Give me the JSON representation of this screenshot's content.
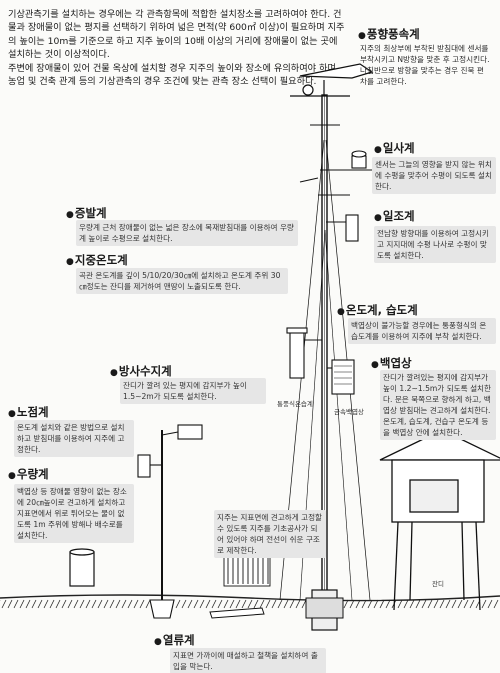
{
  "intro": {
    "line1": "기상관측기를 설치하는 경우에는 각 관측항목에 적합한 설치장소를 고려하여야 한다. 건물과 장애물이 없는 평지를 선택하기 위하여 넓은 면적(약 600㎡ 이상)이 필요하며 지주의 높이는 10m를 기준으로 하고 지주 높이의 10배 이상의 거리에 장애물이 없는 곳에 설치하는 것이 이상적이다.",
    "line2": "주변에 장애물이 있어 건물 옥상에 설치할 경우 지주의 높이와 장소에 유의하여야 하며, 농업 및 건축 관계 등의 기상관측의 경우 조건에 맞는 관측 장소 선택이 필요하다."
  },
  "sections": {
    "wind": {
      "title": "풍향풍속계",
      "desc": "지주의 최상부에 부착된 받침대에 센서를 부착시키고 N방향을 맞춘 후 고정시킨다. 나침반으로 방향을 맞추는 경우 진북 편차를 고려한다."
    },
    "sunshine": {
      "title": "일사계",
      "desc": "센서는 그늘의 영향을 받지 않는 위치에 수평을 맞추어 수평이 되도록 설치한다."
    },
    "duration": {
      "title": "일조계",
      "desc": "전남향 방향대를 이용하여 고정시키고 지지대에 수평 나사로 수평이 맞도록 설치한다."
    },
    "evap": {
      "title": "증발계",
      "desc": "우량계 근처 장애물이 없는 넓은 장소에 목재받침대를 이용하여 우량계 높이로 수평으로 설치한다."
    },
    "soil": {
      "title": "지중온도계",
      "desc": "곡관 온도계를 깊이 5/10/20/30㎝에 설치하고 온도계 주위 30㎝정도는 잔디를 제거하여 맨땅이 노출되도록 한다."
    },
    "temp": {
      "title": "온도계, 습도계",
      "desc": "백엽상이 불가능할 경우에는 통풍형식의 온습도계를 이용하여 지주에 부착 설치한다."
    },
    "radiation": {
      "title": "방사수지계",
      "desc": "잔디가 깔려 있는 평지에 감지부가 높이 1.5~2m가 되도록 설치한다."
    },
    "shelter": {
      "title": "백엽상",
      "desc": "잔디가 깔려있는 평지에 감지부가 높이 1.2~1.5m가 되도록 설치한다. 문은 북쪽으로 향하게 하고, 백엽상 받침대는 견고하게 설치한다. 온도계, 습도계, 건습구 온도계 등을 백엽상 안에 설치한다."
    },
    "dew": {
      "title": "노점계",
      "desc": "온도계 설치와 같은 방법으로 설치하고 받침대를 이용하여 지주에 고정한다."
    },
    "rain": {
      "title": "우량계",
      "desc": "백엽상 등 장애물 영향이 없는 장소에 20㎝높이로 견고하게 설치하고 지표면에서 위로 튀어오는 물이 없도록 1m 주위에 방해나 배수로를 설치한다."
    },
    "pole": {
      "desc": "지주는 지표면에 견고하게 고정할 수 있도록 지주를 기초공사가 되어 있어야 하며 전선이 쉬운 구조로 제작한다."
    },
    "ground": {
      "title": "열류계",
      "desc": "지표면 가까이에 매설하고 철책을 설치하여 출입을 막는다."
    }
  },
  "small_labels": {
    "aspirated": "통풍식온습계",
    "metal": "금속백엽상",
    "grass": "잔디"
  },
  "colors": {
    "ink": "#1a1a1a",
    "note_bg": "#e6e6e6",
    "paper": "#fbfbf9"
  }
}
